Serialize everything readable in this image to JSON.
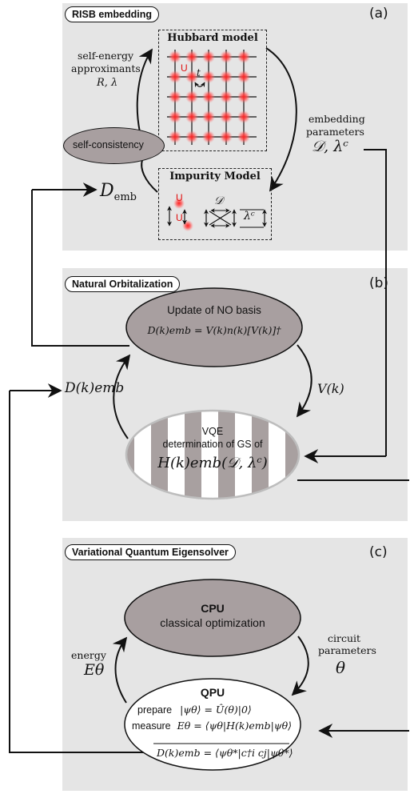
{
  "panel_a": {
    "tag": "RISB embedding",
    "label": "(a)",
    "selfenergy_line1": "self-energy",
    "selfenergy_line2": "approximants",
    "selfenergy_vars": "R, λ",
    "hubbard_title": "Hubbard model",
    "hubbard_U": "U",
    "hubbard_t": "t",
    "selfconsistency": "self-consistency",
    "embedding_line1": "embedding",
    "embedding_line2": "parameters",
    "embedding_vars": "𝒟, λᶜ",
    "impurity_title": "Impurity Model",
    "impurity_U1": "U",
    "impurity_U2": "U",
    "impurity_D": "𝒟",
    "impurity_lc": "λᶜ",
    "d_emb": "D",
    "d_emb_sub": "emb"
  },
  "panel_b": {
    "tag": "Natural Orbitalization",
    "label": "(b)",
    "update_title": "Update of NO basis",
    "update_formula": "D(k)emb = V(k)n(k)[V(k)]†",
    "vk": "V(k)",
    "dk_emb": "D(k)emb",
    "vqe_line1": "VQE",
    "vqe_line2": "determination of GS of",
    "vqe_H": "H(k)emb(𝒟, λᶜ)"
  },
  "panel_c": {
    "tag": "Variational Quantum Eigensolver",
    "label": "(c)",
    "cpu_title": "CPU",
    "cpu_sub": "classical optimization",
    "energy_label": "energy",
    "energy_var": "Eθ",
    "circuit_line1": "circuit",
    "circuit_line2": "parameters",
    "theta": "θ",
    "qpu_title": "QPU",
    "prepare_word": "prepare",
    "prepare_formula": "|ψθ⟩ = Û(θ)|0⟩",
    "measure_word": "measure",
    "measure_formula": "Eθ = ⟨ψθ|H(k)emb|ψθ⟩",
    "dk_formula": "D(k)emb = ⟨ψθ*|c†i cj|ψθ*⟩"
  },
  "colors": {
    "panel_bg": "#e5e5e5",
    "ellipse_fill": "#a89fa0",
    "lattice_dot": "#ff4040",
    "red_text": "#e01010"
  }
}
